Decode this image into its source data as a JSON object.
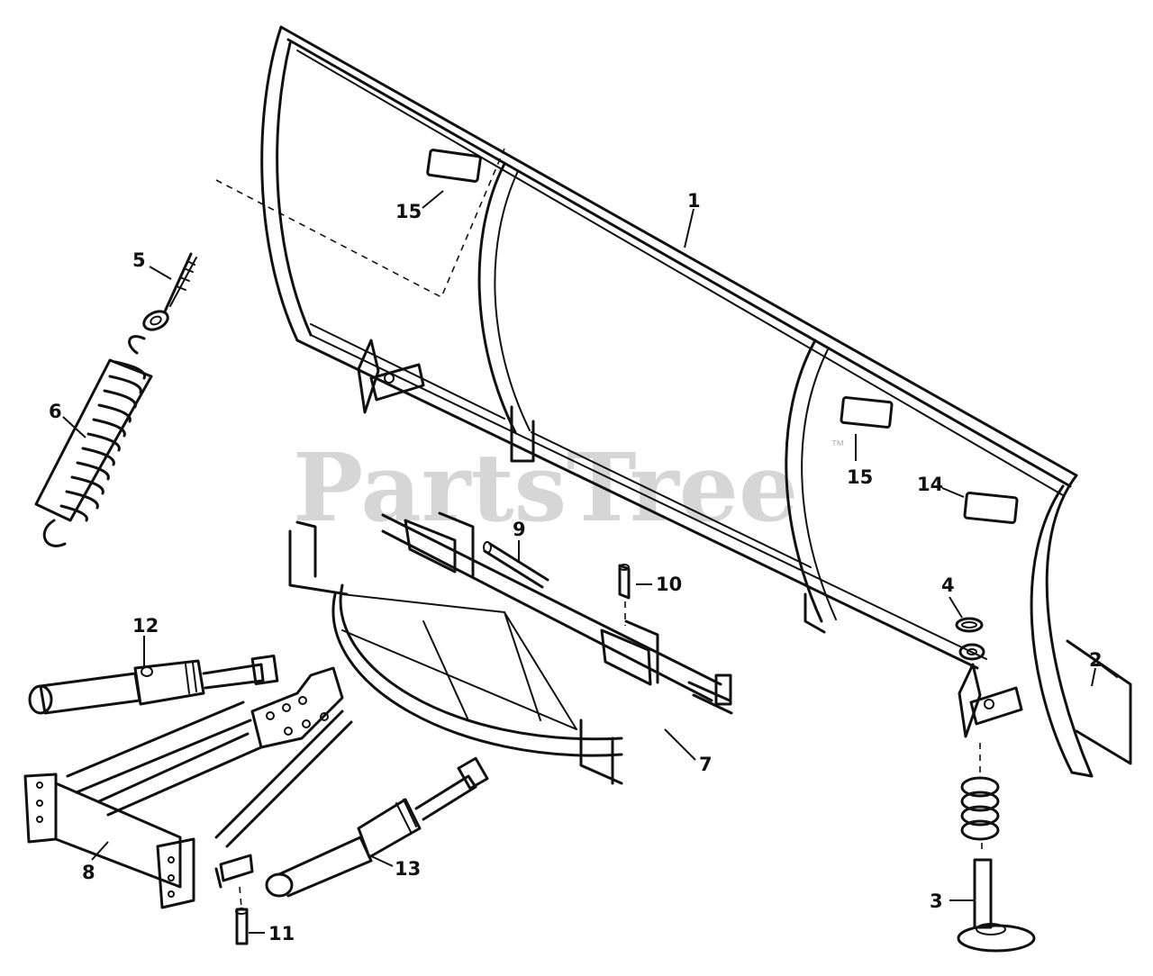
{
  "diagram": {
    "watermark": "PartsTree",
    "trademark": "™",
    "callouts": [
      {
        "id": "c1",
        "label": "1"
      },
      {
        "id": "c2",
        "label": "2"
      },
      {
        "id": "c3",
        "label": "3"
      },
      {
        "id": "c4",
        "label": "4"
      },
      {
        "id": "c5",
        "label": "5"
      },
      {
        "id": "c6",
        "label": "6"
      },
      {
        "id": "c7",
        "label": "7"
      },
      {
        "id": "c8",
        "label": "8"
      },
      {
        "id": "c9",
        "label": "9"
      },
      {
        "id": "c10",
        "label": "10"
      },
      {
        "id": "c11",
        "label": "11"
      },
      {
        "id": "c12",
        "label": "12"
      },
      {
        "id": "c13",
        "label": "13"
      },
      {
        "id": "c14",
        "label": "14"
      },
      {
        "id": "c15a",
        "label": "15"
      },
      {
        "id": "c15b",
        "label": "15"
      }
    ]
  }
}
